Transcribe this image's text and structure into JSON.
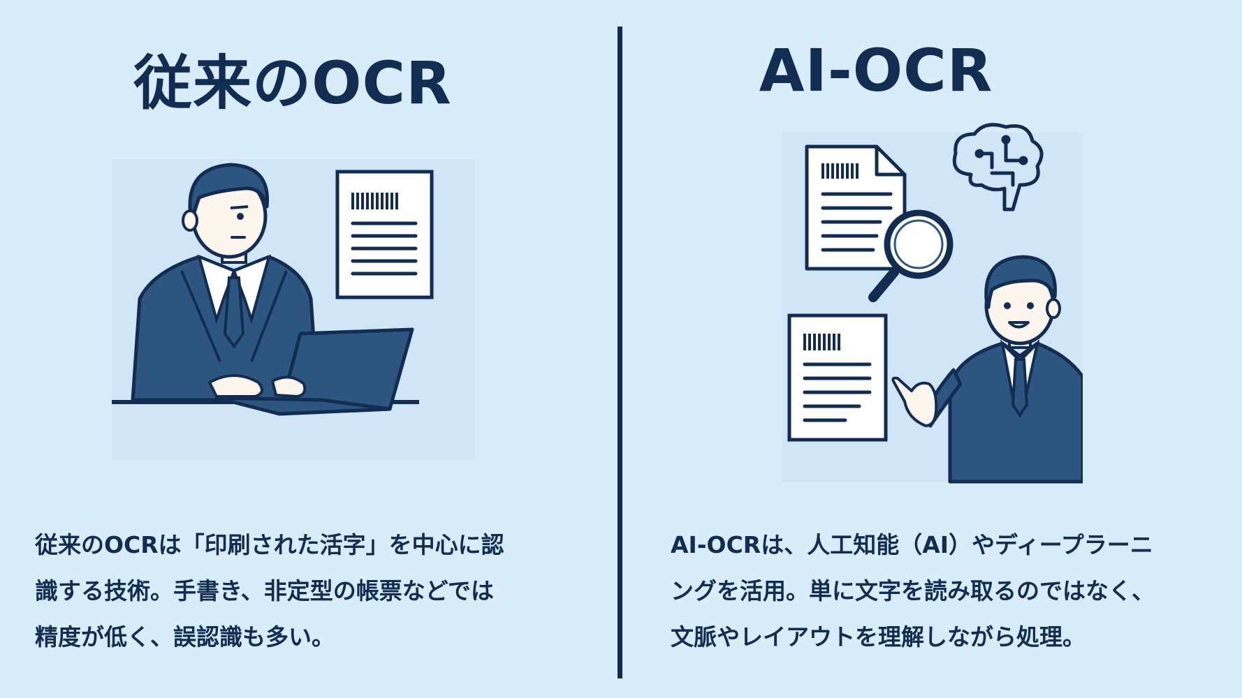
{
  "left": {
    "title": "従来のOCR",
    "description_lines": [
      "従来のOCRは「印刷された活字」を中心に認",
      "識する技術。手書き、非定型の帳票などでは",
      "精度が低く、誤認識も多い。"
    ]
  },
  "right": {
    "title": "AI-OCR",
    "description_lines": [
      "AI-OCRは、人工知能（AI）やディープラーニ",
      "ングを活用。単に文字を読み取るのではなく、",
      "文脈やレイアウトを理解しながら処理。"
    ]
  },
  "colors": {
    "background": "#d8ecfa",
    "navy": "#132c52",
    "suit": "#2c5580",
    "skin": "#fdf6ee",
    "paper": "#ffffff",
    "panel_tint": "#d0e5f6"
  },
  "icons": {
    "left_scene": "person-typing-laptop-icon",
    "right_scene": "person-pointing-documents-icon",
    "brain": "brain-circuit-icon",
    "magnifier": "magnifying-glass-icon"
  }
}
